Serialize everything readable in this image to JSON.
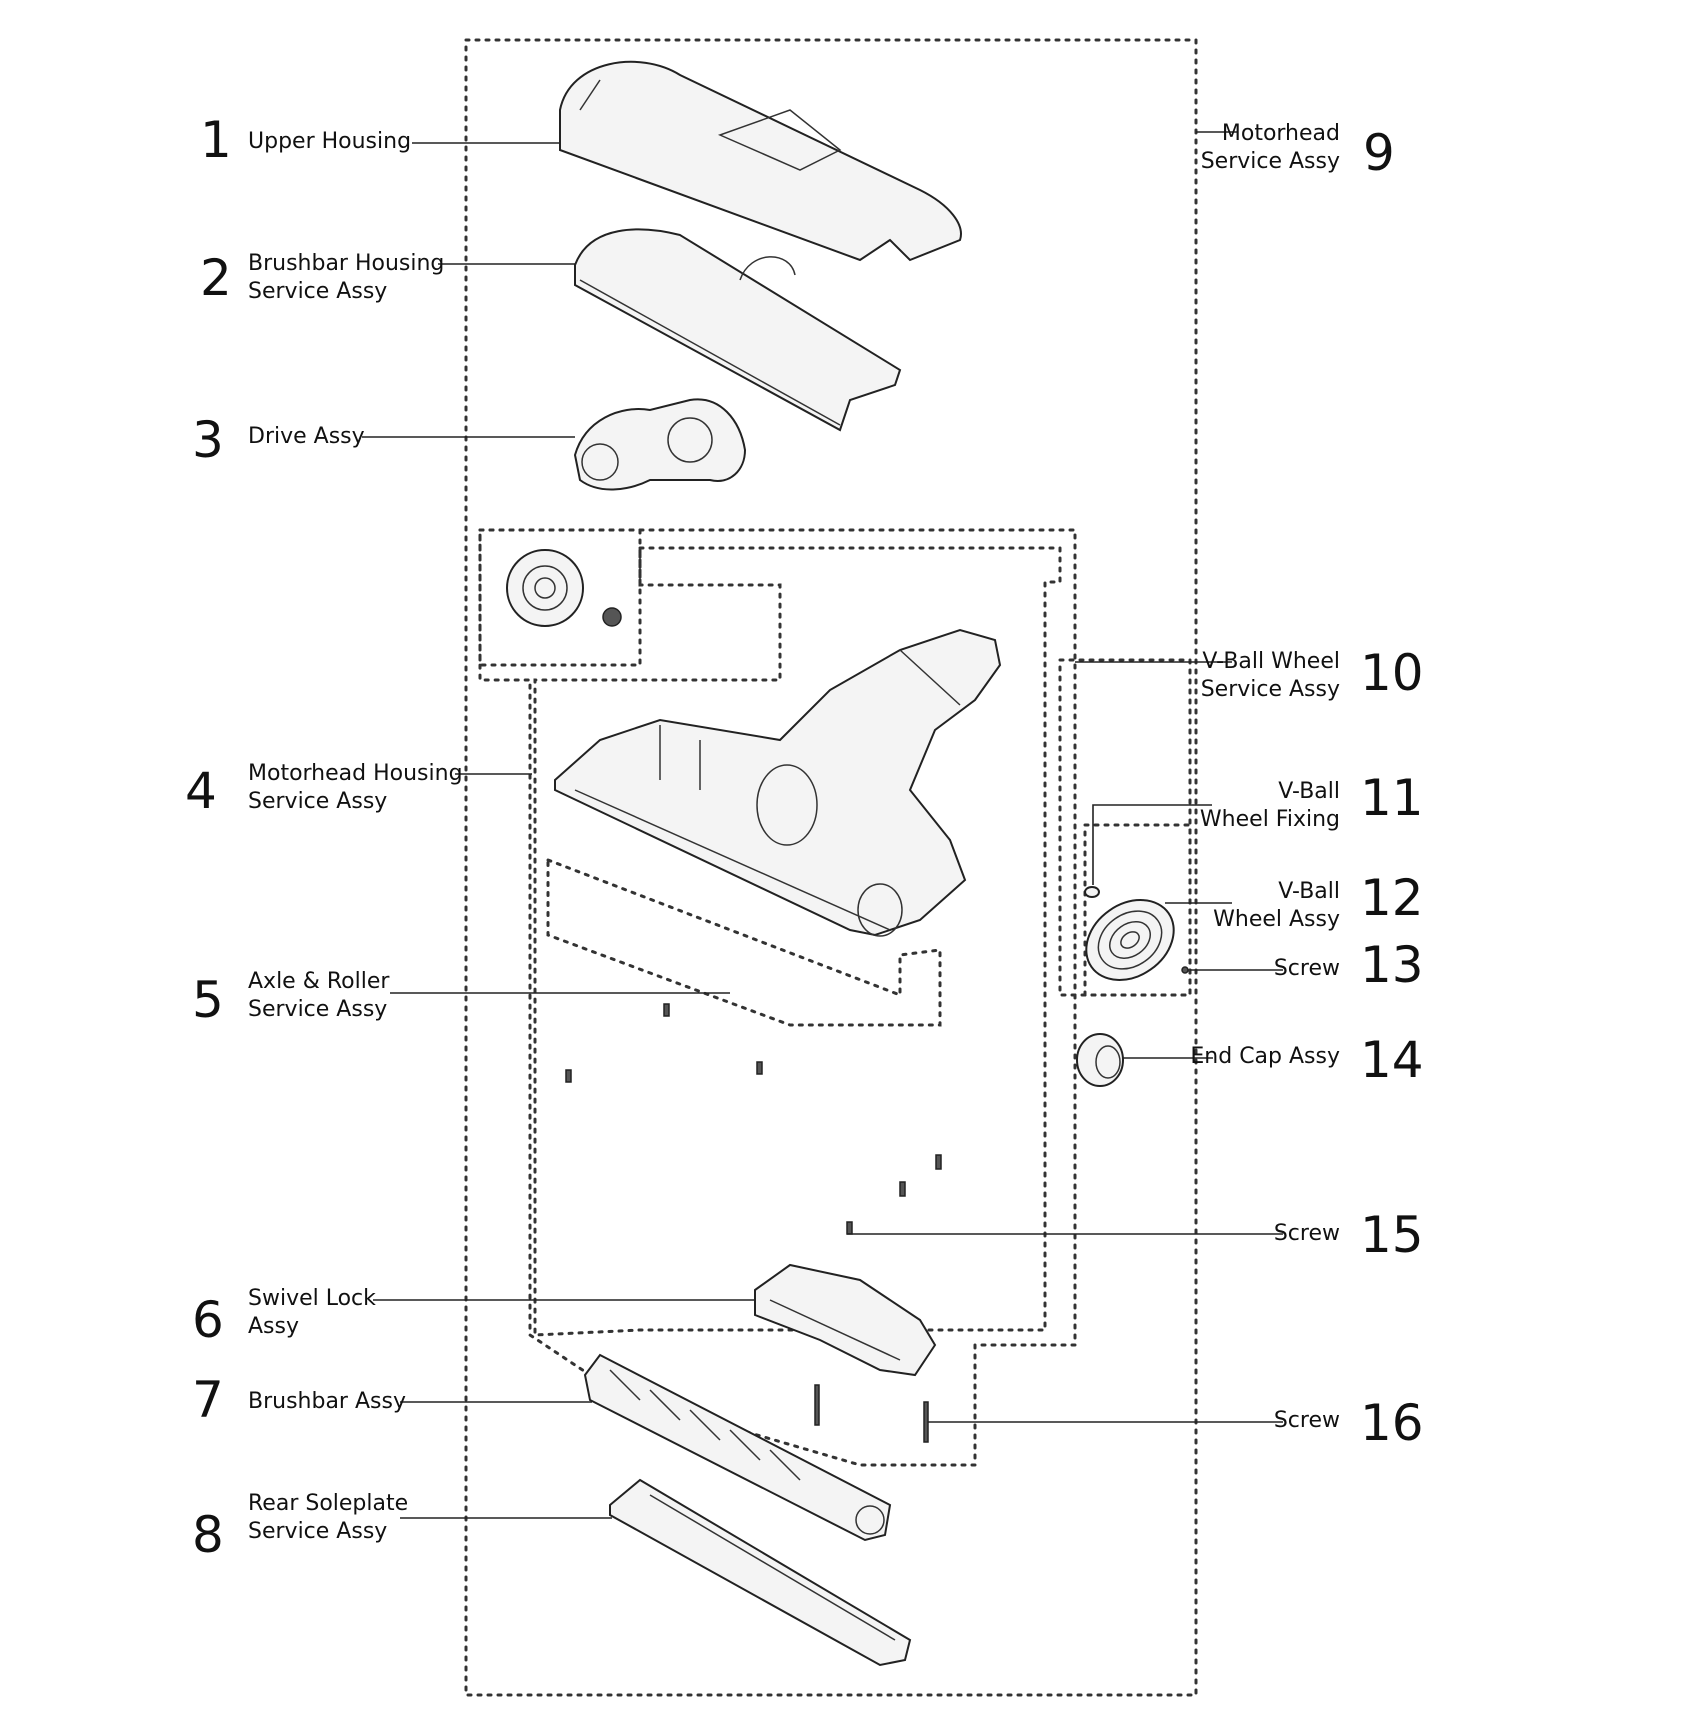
{
  "callouts": [
    {
      "number": "1",
      "lines": [
        "Upper Housing"
      ]
    },
    {
      "number": "2",
      "lines": [
        "Brushbar Housing",
        "Service Assy"
      ]
    },
    {
      "number": "3",
      "lines": [
        "Drive Assy"
      ]
    },
    {
      "number": "4",
      "lines": [
        "Motorhead Housing",
        "Service Assy"
      ]
    },
    {
      "number": "5",
      "lines": [
        "Axle & Roller",
        "Service Assy"
      ]
    },
    {
      "number": "6",
      "lines": [
        "Swivel Lock",
        "Assy"
      ]
    },
    {
      "number": "7",
      "lines": [
        "Brushbar Assy"
      ]
    },
    {
      "number": "8",
      "lines": [
        "Rear Soleplate",
        "Service Assy"
      ]
    },
    {
      "number": "9",
      "lines": [
        "Motorhead",
        "Service Assy"
      ]
    },
    {
      "number": "10",
      "lines": [
        "V-Ball Wheel",
        "Service Assy"
      ]
    },
    {
      "number": "11",
      "lines": [
        "V-Ball",
        "Wheel Fixing"
      ]
    },
    {
      "number": "12",
      "lines": [
        "V-Ball",
        "Wheel Assy"
      ]
    },
    {
      "number": "13",
      "lines": [
        "Screw"
      ]
    },
    {
      "number": "14",
      "lines": [
        "End Cap Assy"
      ]
    },
    {
      "number": "15",
      "lines": [
        "Screw"
      ]
    },
    {
      "number": "16",
      "lines": [
        "Screw"
      ]
    }
  ]
}
